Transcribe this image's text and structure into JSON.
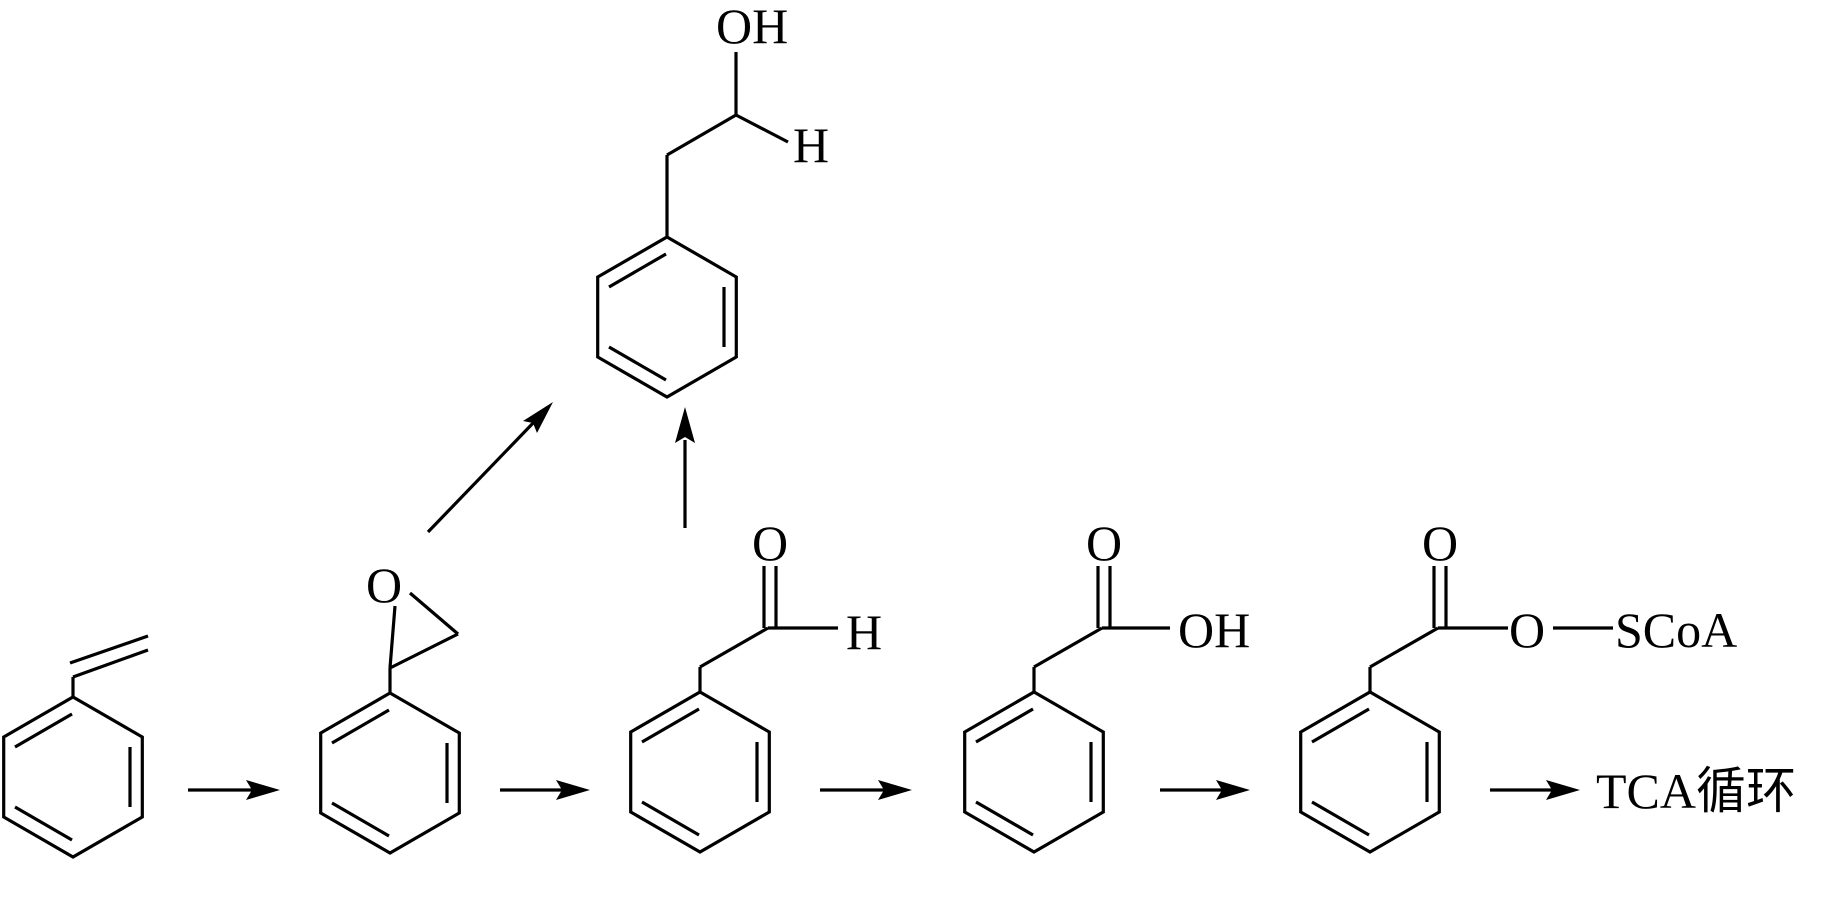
{
  "diagram": {
    "type": "reaction-pathway",
    "labels": {
      "styrene_oxide_o": "O",
      "aldehyde_o": "O",
      "aldehyde_h": "H",
      "acid_o": "O",
      "acid_oh": "OH",
      "coa_o_carbonyl": "O",
      "coa_o_link": "O",
      "coa_scoa": "SCoA",
      "alcohol_oh": "OH",
      "alcohol_h": "H",
      "tca_cycle": "TCA循环"
    },
    "colors": {
      "line": "#000000",
      "background": "#ffffff"
    }
  }
}
